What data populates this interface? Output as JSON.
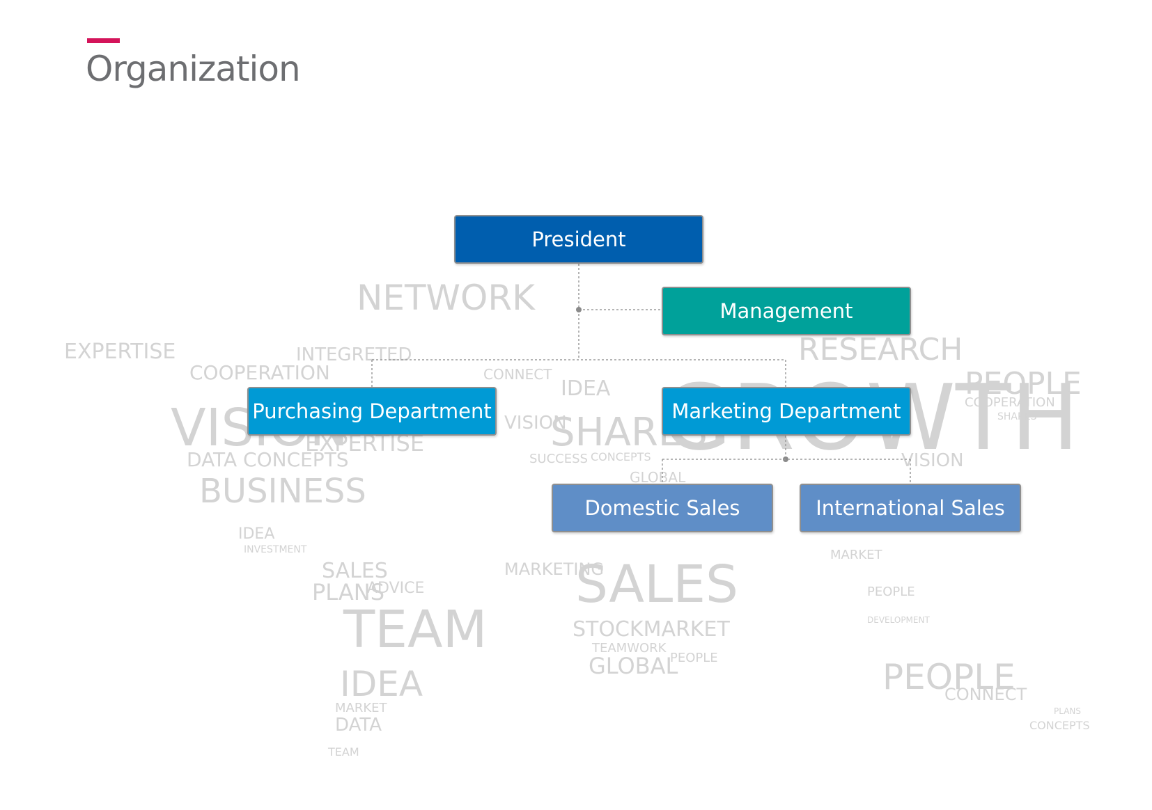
{
  "header": {
    "title": "Organization",
    "accent_color": "#d4145a"
  },
  "org_chart": {
    "nodes": {
      "president": {
        "label": "President",
        "color": "#005eae"
      },
      "management": {
        "label": "Management",
        "color": "#00a19a"
      },
      "purchasing": {
        "label": "Purchasing Department",
        "color": "#009ad5"
      },
      "marketing": {
        "label": "Marketing Department",
        "color": "#009ad5"
      },
      "domestic_sales": {
        "label": "Domestic Sales",
        "color": "#5f8ec7"
      },
      "international_sales": {
        "label": "International Sales",
        "color": "#5f8ec7"
      }
    },
    "edges": [
      {
        "from": "president",
        "to": "management",
        "style": "dotted"
      },
      {
        "from": "president",
        "to": "purchasing",
        "style": "dotted"
      },
      {
        "from": "president",
        "to": "marketing",
        "style": "dotted"
      },
      {
        "from": "marketing",
        "to": "domestic_sales",
        "style": "dotted"
      },
      {
        "from": "marketing",
        "to": "international_sales",
        "style": "dotted"
      }
    ]
  },
  "background_words": [
    "NETWORK",
    "EXPERTISE",
    "INTEGRETED",
    "COOPERATION",
    "VISION",
    "EXPERTISE",
    "DATA CONCEPTS",
    "BUSINESS",
    "IDEA",
    "INVESTMENT",
    "SALES",
    "PLANS",
    "ADVICE",
    "TEAM",
    "IDEA",
    "MARKET",
    "DATA",
    "TEAM",
    "CONNECT",
    "IDEA",
    "VISION",
    "SHARES",
    "SUCCESS",
    "CONCEPTS",
    "GLOBAL",
    "MARKETING",
    "SALES",
    "STOCKMARKET",
    "TEAMWORK",
    "GLOBAL",
    "PEOPLE",
    "GROWTH",
    "RESEARCH",
    "PEOPLE",
    "COOPERATION",
    "SHARES",
    "VISION",
    "MARKET",
    "PEOPLE",
    "DEVELOPMENT",
    "PEOPLE",
    "CONNECT",
    "CONCEPTS",
    "PLANS"
  ]
}
